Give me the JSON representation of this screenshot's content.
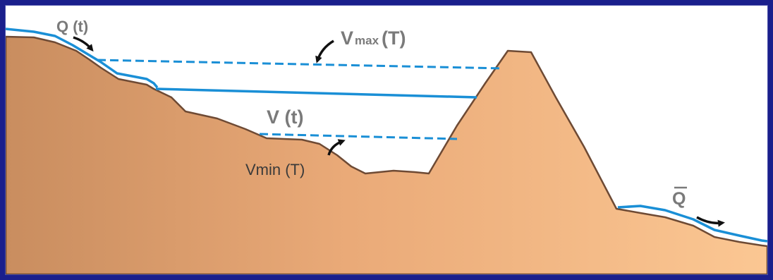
{
  "labels": {
    "inflow": "Q (t)",
    "vmax_prefix": "V",
    "vmax_sub": "max",
    "vmax_suffix": "(T)",
    "storage": "V (t)",
    "vmin": "Vmin (T)",
    "outflow": "Q"
  },
  "colors": {
    "frame": "#1a1f8c",
    "water": "#1a8fd6",
    "terrain_dark": "#c98d5f",
    "terrain_light": "#fbc793",
    "terrain_edge": "#6e4a34",
    "label": "#7a7a7a",
    "arrow": "#111111"
  }
}
